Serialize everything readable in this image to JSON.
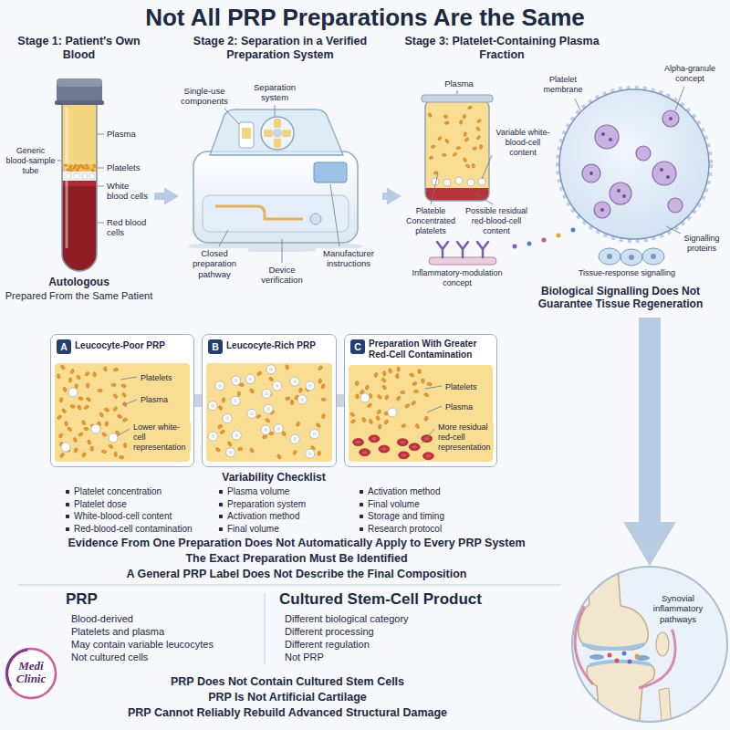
{
  "diagram": {
    "title": "Not All PRP Preparations Are the Same",
    "nodes": [
      {
        "text": [
          "Stage 1: Patient's Own Blood",
          "Generic blood-sample tube",
          "Plasma",
          "Platelets",
          "White blood cells",
          "Red blood cells",
          "Autologous",
          "Prepared From the Same Patient"
        ]
      },
      {
        "text": [
          "Stage 2: Separation in a Verified Preparation System",
          "Separation system",
          "Single-use components",
          "Manufacturer instructions",
          "Closed preparation pathway",
          "Device verification"
        ]
      },
      {
        "text": [
          "Stage 3: Platelet-Containing Plasma Fraction",
          "Plasma",
          "Plateble Concentrated platelets",
          "Variable white-blood-cell content",
          "Possible residual red-blood-cell content",
          "Platelet membrane",
          "Alpha-granule concept",
          "Signalling proteins",
          "Inflammatory-modulation concept",
          "Tissue-response signalling",
          "Biological Signalling Does Not Guarantee Tissue Regeneration"
        ]
      },
      {
        "text": [
          "A",
          "Leucocyte-Poor PRP",
          "Platelets",
          "Plasma",
          "Lower white-cell representation"
        ]
      },
      {
        "text": [
          "B",
          "Leucocyte-Rich PRP"
        ]
      },
      {
        "text": [
          "C",
          "Preparation With Greater Red-Cell Contamination",
          "Platelets",
          "Plasma",
          "More residual red-cell representation"
        ]
      },
      {
        "text": [
          "Synovial inflammatory pathways"
        ]
      }
    ],
    "edges": [
      {
        "from": 0,
        "to": 1,
        "arrow": "to"
      },
      {
        "from": 1,
        "to": 2,
        "arrow": "to"
      },
      {
        "from": 2,
        "to": 6,
        "arrow": "to"
      }
    ],
    "labels": [
      "Variability Checklist",
      "Platelet concentration",
      "Platelet dose",
      "White-blood-cell content",
      "Red-blood-cell contamination",
      "Plasma volume",
      "Preparation system",
      "Activation method",
      "Final volume",
      "Activation method",
      "Final volume",
      "Storage and timing",
      "Research protocol",
      "Evidence From One Preparation Does Not Automatically Apply to Every PRP System",
      "The Exact Preparation Must Be Identified",
      "A General PRP Label Does Not Describe the Final Composition",
      "PRP",
      "Blood-derived",
      "Platelets and plasma",
      "May contain variable leucocytes",
      "Not cultured cells",
      "Cultured Stem-Cell Product",
      "Different biological category",
      "Different processing",
      "Different regulation",
      "Not PRP",
      "Medi Clinic",
      "PRP Does Not Contain Cultured Stem Cells",
      "PRP Is Not Artificial Cartilage",
      "PRP Cannot Reliably Rebuild Advanced Structural Damage"
    ]
  }
}
